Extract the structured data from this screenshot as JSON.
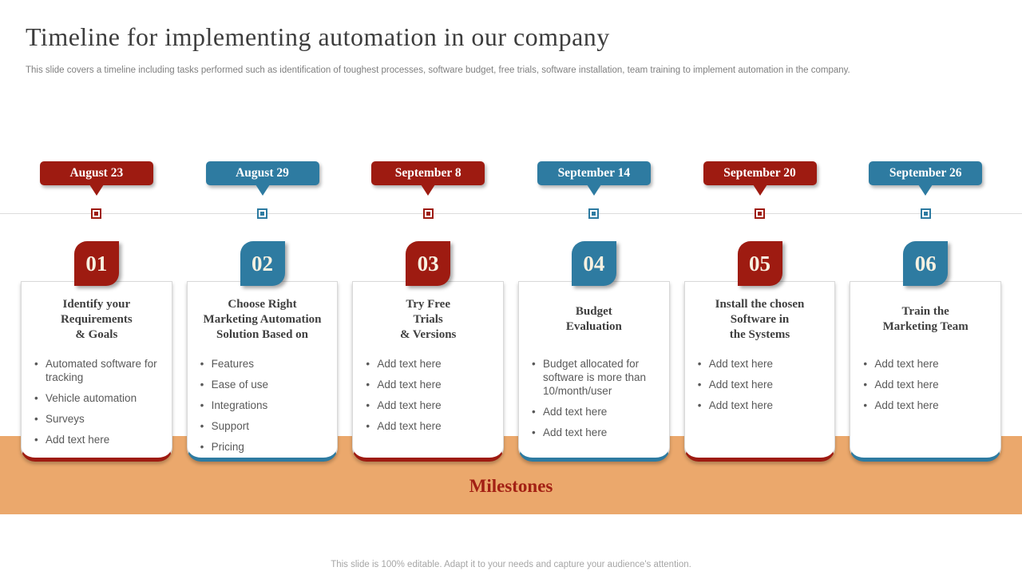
{
  "slide": {
    "title": "Timeline for implementing automation in our company",
    "subtitle": "This slide covers a timeline including tasks performed such as identification of toughest processes, software budget, free trials, software installation, team training to implement automation in the company.",
    "band_label": "Milestones",
    "footer": "This slide is 100% editable.  Adapt it to your needs and capture your audience's attention."
  },
  "colors": {
    "red": "#9e1b11",
    "blue": "#2e7ba1",
    "band_orange": "#eba86c",
    "band_label_red": "#a32014"
  },
  "milestones": [
    {
      "date": "August 23",
      "number": "01",
      "color": "red",
      "heading": "Identify your\nRequirements\n& Goals",
      "bullets": [
        "Automated software for tracking",
        "Vehicle automation",
        "Surveys",
        "Add text here"
      ]
    },
    {
      "date": "August 29",
      "number": "02",
      "color": "blue",
      "heading": "Choose Right\nMarketing Automation\nSolution Based on",
      "bullets": [
        "Features",
        "Ease of use",
        "Integrations",
        "Support",
        "Pricing"
      ]
    },
    {
      "date": "September 8",
      "number": "03",
      "color": "red",
      "heading": "Try Free\nTrials\n& Versions",
      "bullets": [
        "Add text here",
        "Add text here",
        "Add text here",
        "Add text here"
      ]
    },
    {
      "date": "September 14",
      "number": "04",
      "color": "blue",
      "heading": "Budget\nEvaluation",
      "bullets": [
        "Budget allocated for software is more than 10/month/user",
        "Add text here",
        "Add text here"
      ]
    },
    {
      "date": "September 20",
      "number": "05",
      "color": "red",
      "heading": "Install the chosen\nSoftware in\nthe Systems",
      "bullets": [
        "Add text here",
        "Add text here",
        "Add text here"
      ]
    },
    {
      "date": "September 26",
      "number": "06",
      "color": "blue",
      "heading": "Train the\nMarketing Team",
      "bullets": [
        "Add text here",
        "Add text here",
        "Add text here"
      ]
    }
  ]
}
